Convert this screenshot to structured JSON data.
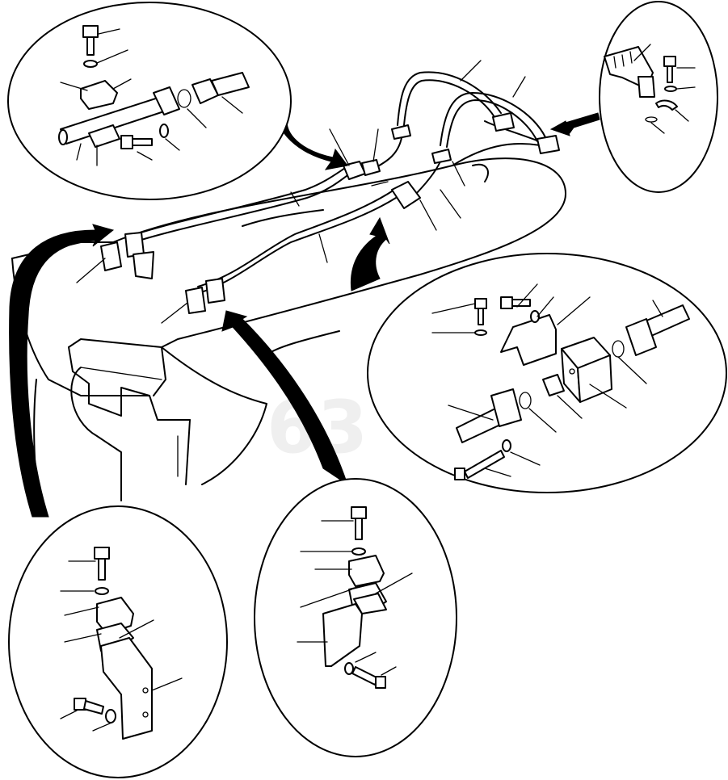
{
  "diagram": {
    "watermark": "63",
    "colors": {
      "ink": "#000000",
      "paper": "#ffffff"
    },
    "callouts": [
      {
        "id": "top-left",
        "parts": [
          "bolt",
          "washer",
          "clamp-half",
          "clamp-half",
          "tube",
          "bolt",
          "washer",
          "o-ring",
          "split-flange"
        ]
      },
      {
        "id": "top-right",
        "parts": [
          "hose",
          "bolt",
          "washer",
          "split-flange-half",
          "o-ring"
        ]
      },
      {
        "id": "mid-right",
        "parts": [
          "bolt",
          "washer",
          "bolt",
          "washer",
          "bracket",
          "tube-with-flange",
          "o-ring",
          "block",
          "plug",
          "tube-with-flange",
          "o-ring",
          "bolt",
          "washer"
        ]
      },
      {
        "id": "bottom-left",
        "parts": [
          "bolt",
          "washer",
          "clamp-half",
          "clamp-half",
          "bracket",
          "bolt",
          "washer"
        ]
      },
      {
        "id": "bottom-center",
        "parts": [
          "bolt",
          "washer",
          "clamp-half",
          "clamp-half",
          "bracket",
          "bolt",
          "washer"
        ]
      }
    ]
  }
}
